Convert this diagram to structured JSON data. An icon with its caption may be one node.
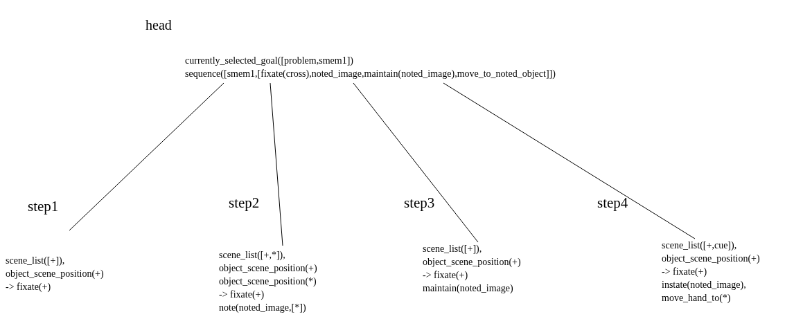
{
  "diagram": {
    "nodes": [
      {
        "text": [
          "head",
          "currently_selected_goal([problem,smem1])",
          "sequence([smem1,[fixate(cross),noted_image,maintain(noted_image),move_to_noted_object]])"
        ]
      },
      {
        "text": [
          "scene_list([+]),",
          "object_scene_position(+)",
          "-> fixate(+)"
        ],
        "beside": [
          "step1"
        ]
      },
      {
        "text": [
          "scene_list([+,*]),",
          "object_scene_position(+)",
          "object_scene_position(*)",
          "-> fixate(+)",
          "note(noted_image,[*])"
        ],
        "beside": [
          "step2"
        ]
      },
      {
        "text": [
          "scene_list([+]),",
          "object_scene_position(+)",
          "-> fixate(+)",
          "maintain(noted_image)"
        ],
        "beside": [
          "step3"
        ]
      },
      {
        "text": [
          "scene_list([+,cue]),",
          "object_scene_position(+)",
          "-> fixate(+)",
          "instate(noted_image),",
          "move_hand_to(*)"
        ],
        "beside": [
          "step4"
        ]
      }
    ],
    "edges": [
      {
        "from": 0,
        "to": 1,
        "arrow": "none"
      },
      {
        "from": 0,
        "to": 2,
        "arrow": "none"
      },
      {
        "from": 0,
        "to": 3,
        "arrow": "none"
      },
      {
        "from": 0,
        "to": 4,
        "arrow": "none"
      }
    ]
  }
}
